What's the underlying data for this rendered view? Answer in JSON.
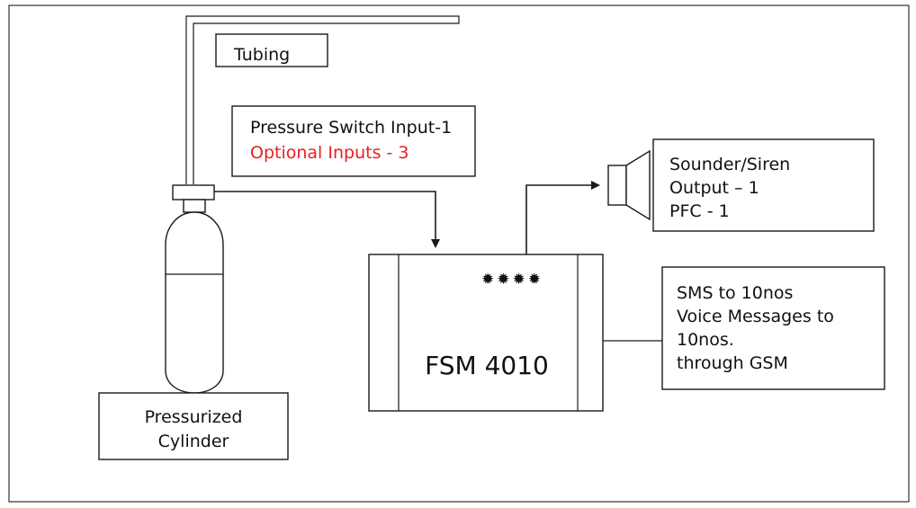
{
  "labels": {
    "tubing": "Tubing",
    "pressure_switch": "Pressure Switch Input-1",
    "optional_inputs": "Optional Inputs - 3",
    "sounder_line1": "Sounder/Siren",
    "sounder_line2": "Output – 1",
    "sounder_line3": "PFC - 1",
    "panel_name": "FSM 4010",
    "panel_leds": "✹✹✹✹",
    "sms_line1": "SMS to 10nos",
    "sms_line2": "Voice Messages to",
    "sms_line3": "10nos.",
    "sms_line4": "through GSM",
    "cylinder_line1": "Pressurized",
    "cylinder_line2": "Cylinder"
  },
  "colors": {
    "optional_inputs": "#e8201e",
    "stroke": "#1a1a1a"
  }
}
